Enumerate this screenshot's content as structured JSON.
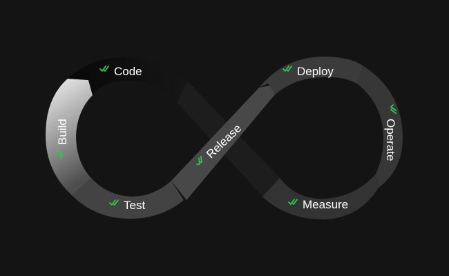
{
  "diagram": {
    "accent_color": "#2ec84a",
    "stages": [
      {
        "id": "code",
        "label": "Code",
        "icon": "double-check-icon"
      },
      {
        "id": "build",
        "label": "Build",
        "icon": "double-check-icon"
      },
      {
        "id": "test",
        "label": "Test",
        "icon": "double-check-icon"
      },
      {
        "id": "release",
        "label": "Release",
        "icon": "double-check-icon"
      },
      {
        "id": "deploy",
        "label": "Deploy",
        "icon": "double-check-icon"
      },
      {
        "id": "operate",
        "label": "Operate",
        "icon": "double-check-icon"
      },
      {
        "id": "measure",
        "label": "Measure",
        "icon": "double-check-icon"
      }
    ]
  }
}
